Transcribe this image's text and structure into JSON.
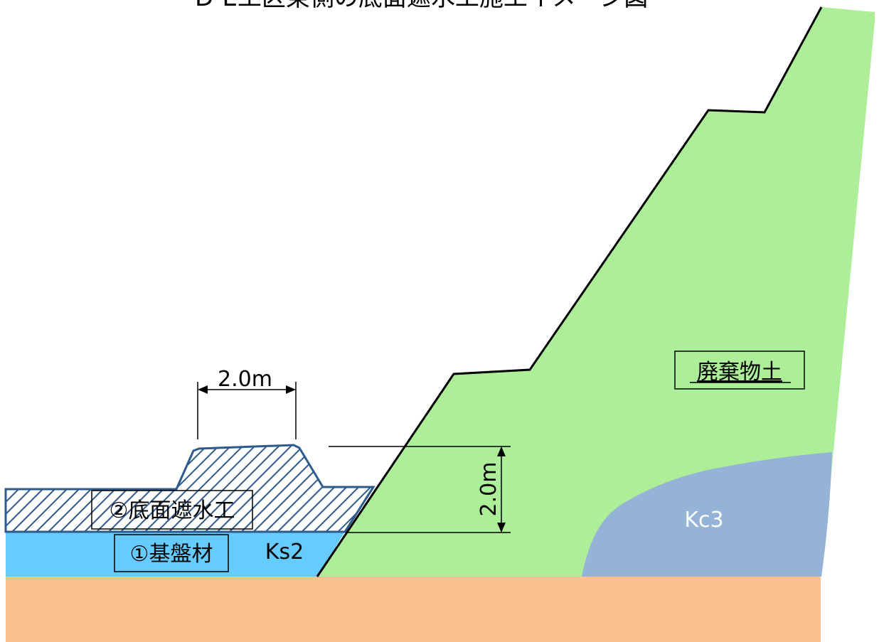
{
  "title": "D-E工区東側の底面遮水工施工イメージ図",
  "labels": {
    "waste_soil": "廃棄物土",
    "kc3": "Kc3",
    "ks2": "Ks2",
    "bottom_barrier": "②底面遮水工",
    "base_material": "①基盤材"
  },
  "dimensions": {
    "crest_width": "2.0m",
    "barrier_height": "2.0m"
  },
  "colors": {
    "waste_soil": "#acef98",
    "kc3": "#95b3d7",
    "ks2": "#fac090",
    "base_material": "#66ccff",
    "barrier_hatch": "#2e5a8c"
  }
}
